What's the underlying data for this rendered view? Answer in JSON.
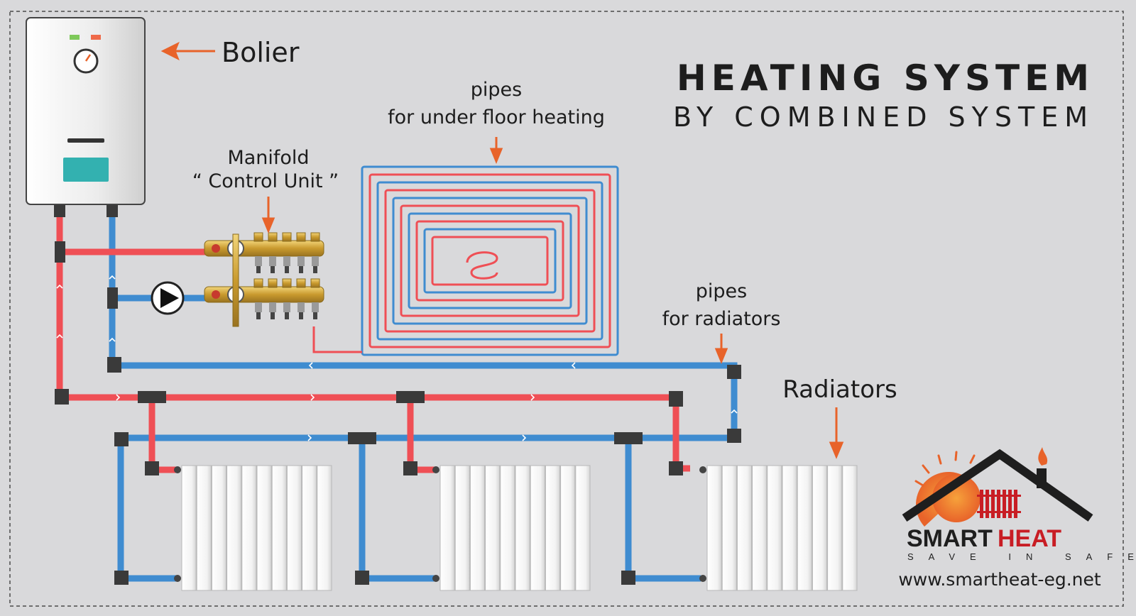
{
  "title": {
    "line1": "HEATING SYSTEM",
    "line2": "BY COMBINED SYSTEM"
  },
  "labels": {
    "boiler": "Bolier",
    "manifold_line1": "Manifold",
    "manifold_line2": "“ Control Unit ”",
    "floor_pipes_line1": "pipes",
    "floor_pipes_line2": "for under floor heating",
    "radiator_pipes_line1": "pipes",
    "radiator_pipes_line2": "for radiators",
    "radiators": "Radiators"
  },
  "brand": {
    "name_part1": "SMART",
    "name_part2": "HEAT",
    "tagline": "SAVE IN SAFE",
    "url": "www.smartheat-eg.net"
  },
  "colors": {
    "background": "#d9d9db",
    "hot_pipe": "#ef4f55",
    "cold_pipe": "#3f8cd0",
    "arrow": "#e8632a",
    "brand_red": "#c81d24",
    "brand_dark": "#1e1e1e",
    "text": "#1d1d1d",
    "fitting": "#3a3a3a",
    "boiler_display": "#33b1b0"
  },
  "icons": [
    "boiler",
    "pressure-gauge",
    "pump",
    "manifold",
    "radiator",
    "house-roof",
    "sun",
    "flame"
  ]
}
